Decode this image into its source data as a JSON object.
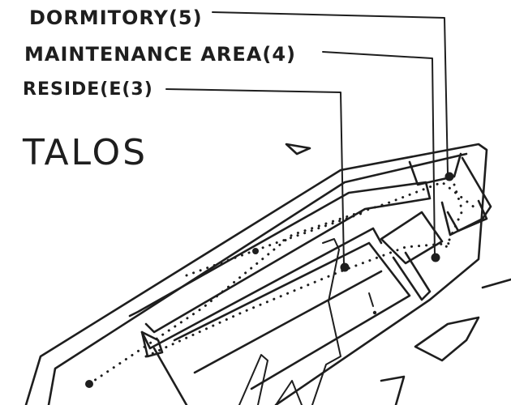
{
  "title": "TALOS",
  "labels": {
    "dormitory": "DORMITORY(5)",
    "maintenance": "MAINTENANCE AREA(4)",
    "residence": "RESIDE(E(3)"
  }
}
